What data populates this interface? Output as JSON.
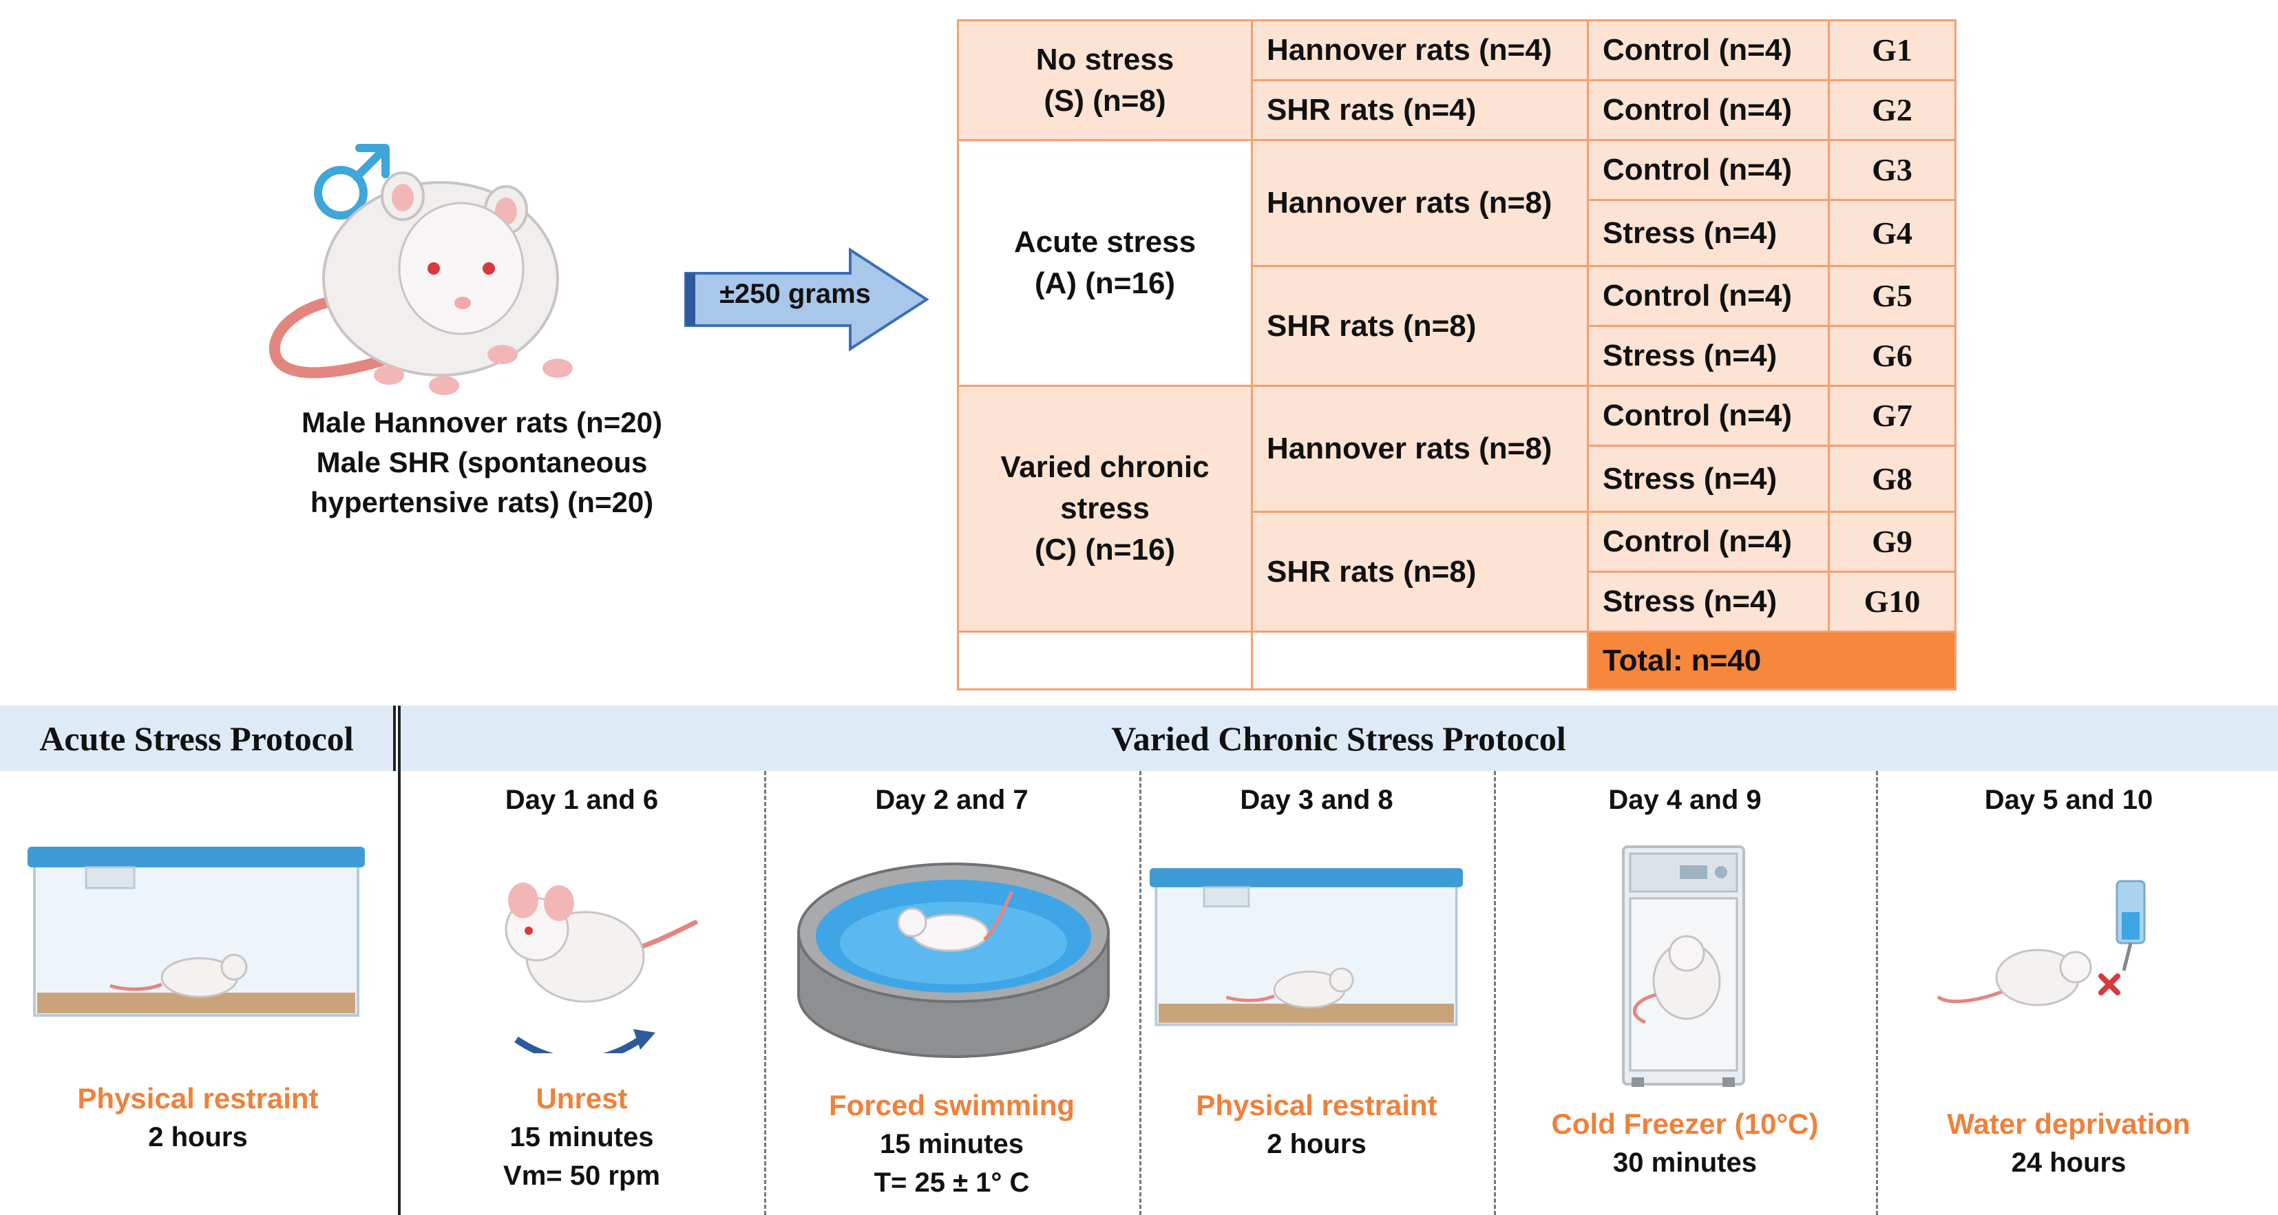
{
  "subjects": {
    "lines": [
      "Male Hannover rats (n=20)",
      "Male SHR (spontaneous",
      "hypertensive rats) (n=20)"
    ]
  },
  "arrow_label": "±250 grams",
  "table": {
    "conditions": [
      {
        "lines": [
          "No stress",
          "(S) (n=8)"
        ]
      },
      {
        "lines": [
          "Acute stress",
          "(A) (n=16)"
        ]
      },
      {
        "lines": [
          "Varied chronic",
          "stress",
          "(C) (n=16)"
        ]
      }
    ],
    "strains": [
      "Hannover rats (n=4)",
      "SHR rats (n=4)",
      "Hannover rats (n=8)",
      "SHR rats (n=8)",
      "Hannover rats (n=8)",
      "SHR rats (n=8)"
    ],
    "treatments": [
      "Control (n=4)",
      "Control  (n=4)",
      "Control (n=4)",
      "Stress (n=4)",
      "Control  (n=4)",
      "Stress (n=4)",
      "Control  (n=4)",
      "Stress (n=4)",
      "Control  (n=4)",
      "Stress (n=4)"
    ],
    "groups": [
      "G1",
      "G2",
      "G3",
      "G4",
      "G5",
      "G6",
      "G7",
      "G8",
      "G9",
      "G10"
    ],
    "total": "Total: n=40"
  },
  "protocols": {
    "acute_title": "Acute Stress Protocol",
    "chronic_title": "Varied Chronic Stress Protocol",
    "acute": {
      "name": "Physical restraint",
      "details": [
        "2 hours"
      ]
    },
    "chronic": [
      {
        "day": "Day 1 and 6",
        "name": "Unrest",
        "details": [
          "15 minutes",
          "Vm= 50 rpm"
        ]
      },
      {
        "day": "Day 2 and 7",
        "name": "Forced swimming",
        "details": [
          "15 minutes",
          "T= 25 ± 1° C"
        ]
      },
      {
        "day": "Day 3 and 8",
        "name": "Physical restraint",
        "details": [
          "2 hours"
        ]
      },
      {
        "day": "Day 4 and 9",
        "name": "Cold Freezer (10°C)",
        "details": [
          "30 minutes"
        ]
      },
      {
        "day": "Day 5 and 10",
        "name": "Water deprivation",
        "details": [
          "24 hours"
        ]
      }
    ]
  },
  "colors": {
    "table_fill": "#fde3d3",
    "table_border": "#f4a070",
    "total_fill": "#f7873a",
    "protocol_accent": "#f0803a",
    "header_fill": "#deeaf6",
    "arrow_fill": "#a9c7ea",
    "male_symbol": "#3ea6d8"
  }
}
